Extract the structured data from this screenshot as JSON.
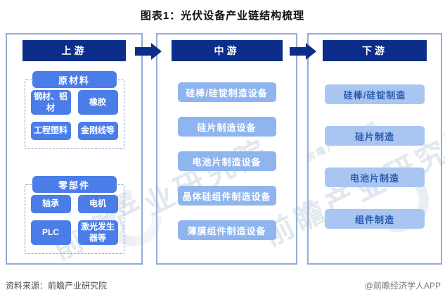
{
  "title": "图表1：光伏设备产业链结构梳理",
  "columns": [
    {
      "header": "上游",
      "groups": [
        {
          "label": "原材料",
          "items": [
            "钢材、铝材",
            "橡胶",
            "工程塑料",
            "金刚线等"
          ]
        },
        {
          "label": "零部件",
          "items": [
            "轴承",
            "电机",
            "PLC",
            "激光发生器等"
          ]
        }
      ]
    },
    {
      "header": "中游",
      "items": [
        "硅棒/硅锭制造设备",
        "硅片制造设备",
        "电池片制造设备",
        "晶体硅组件制造设备",
        "薄膜组件制造设备"
      ]
    },
    {
      "header": "下游",
      "items": [
        "硅棒/硅锭制造",
        "硅片制造",
        "电池片制造",
        "组件制造"
      ]
    }
  ],
  "footer": {
    "source": "资料来源：前瞻产业研究院",
    "credit": "@前瞻经济学人APP"
  },
  "watermark": {
    "text": "前瞻产业研究院",
    "sub": "前瞻产业研究院"
  },
  "colors": {
    "header_navy": "#0c2e8a",
    "bright_blue": "#4a7de8",
    "light_blue": "#8fb5ef",
    "lighter_blue": "#a9c6f2",
    "down_text": "#2b5cae",
    "box_border": "#92add9",
    "dashed_border": "#7e9cc9"
  }
}
